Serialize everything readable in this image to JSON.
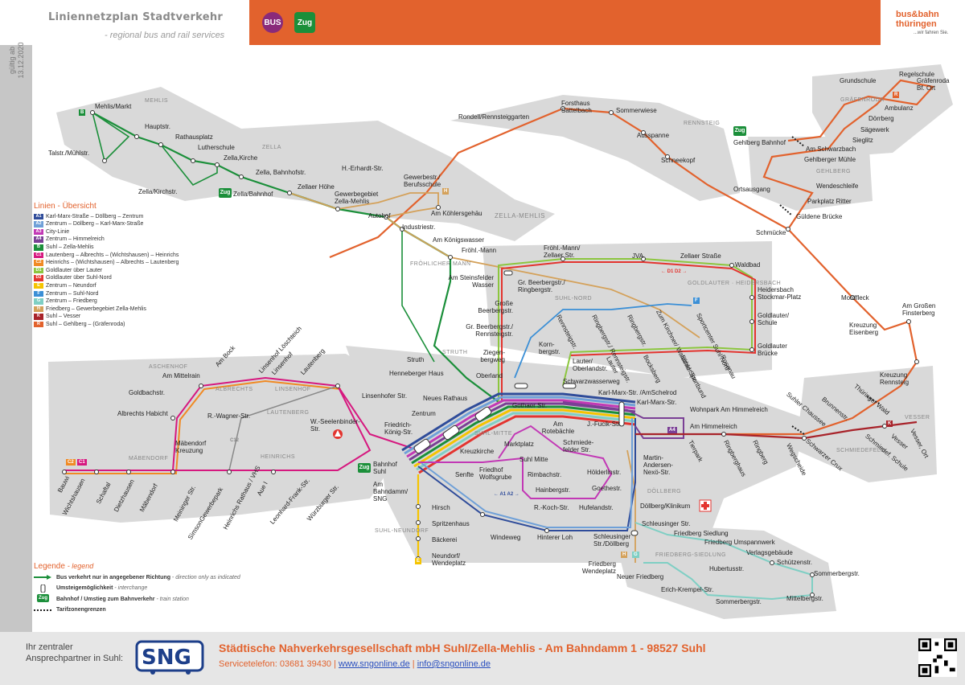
{
  "header": {
    "title": "Liniennetzplan Stadtverkehr",
    "subtitle": "- regional bus and rail services",
    "badges": [
      "BUS",
      "Zug"
    ],
    "brand_line1": "bus&bahn",
    "brand_line2": "thüringen",
    "brand_slogan": "...wir fahren Sie.",
    "validity_line1": "gültig ab",
    "validity_line2": "13.12.2020"
  },
  "legend_lines": {
    "title": "Linien - Übersicht",
    "items": [
      {
        "id": "A1",
        "color": "#2f4c9a",
        "text": "Karl-Marx-Straße – Döllberg – Zentrum"
      },
      {
        "id": "A2",
        "color": "#6fa0d8",
        "text": "Zentrum – Döllberg – Karl-Marx-Straße"
      },
      {
        "id": "A3",
        "color": "#c238b5",
        "text": "City-Linie"
      },
      {
        "id": "A4",
        "color": "#7a3f95",
        "text": "Zentrum – Himmelreich"
      },
      {
        "id": "B",
        "color": "#1b8f3a",
        "text": "Suhl – Zella-Mehlis"
      },
      {
        "id": "C1",
        "color": "#d6187f",
        "text": "Lautenberg – Albrechts – (Wichtshausen) – Heinrichs"
      },
      {
        "id": "C2",
        "color": "#f08a24",
        "text": "Heinrichs – (Wichtshausen) – Albrechts – Lautenberg"
      },
      {
        "id": "D1",
        "color": "#8cc63f",
        "text": "Goldlauter über Lauter"
      },
      {
        "id": "D2",
        "color": "#e3342f",
        "text": "Goldlauter über Suhl-Nord"
      },
      {
        "id": "E",
        "color": "#f5c400",
        "text": "Zentrum – Neundorf"
      },
      {
        "id": "F",
        "color": "#3b8fd6",
        "text": "Zentrum – Suhl-Nord"
      },
      {
        "id": "G",
        "color": "#7fcfc4",
        "text": "Zentrum – Friedberg"
      },
      {
        "id": "H",
        "color": "#d4a15a",
        "text": "Friedberg – Gewerbegebiet Zella-Mehlis"
      },
      {
        "id": "K",
        "color": "#a8232a",
        "text": "Suhl – Vesser"
      },
      {
        "id": "R",
        "color": "#e2622d",
        "text": "Suhl – Gehlberg – (Gräfenroda)"
      }
    ]
  },
  "legend_symbols": {
    "title": "Legende",
    "title_en": "- legend",
    "items": [
      {
        "text": "Bus verkehrt nur in angegebener Richtung",
        "en": "- direction only as indicated"
      },
      {
        "text": "Umsteigemöglichkeit",
        "en": "- interchange"
      },
      {
        "text": "Bahnhof / Umstieg zum Bahnverkehr",
        "en": "- train station"
      },
      {
        "text": "Tarifzonengrenzen",
        "en": ""
      }
    ]
  },
  "areas": [
    "MEHLIS",
    "ZELLA",
    "ZELLA-MEHLIS",
    "FRÖHLICHER MANN",
    "RENNSTEIG",
    "GRÄFENRODA",
    "GEHLBERG",
    "GOLDLAUTER · HEIDERSBACH",
    "SUHL-NORD",
    "STRUTH",
    "ASCHENHOF",
    "ALBRECHTS",
    "LINSENHOF",
    "LAUTENBERG",
    "HEINRICHS",
    "MÄBENDORF",
    "SUHL-MITTE",
    "SUHL-NEUNDORF",
    "DÖLLBERG",
    "FRIEDBERG-SIEDLUNG",
    "VESSER",
    "SCHMIEDEFELD"
  ],
  "stations": {
    "mehlis_markt": "Mehlis/Markt",
    "hauptstr": "Hauptstr.",
    "talstr": "Talstr./Mühlstr.",
    "rathausplatz": "Rathausplatz",
    "lutherschule": "Lutherschule",
    "zella_kirche": "Zella,Kirche",
    "zella_bhfstr": "Zella, Bahnhofstr.",
    "zella_kirchstr": "Zella/Kirchstr.",
    "zella_bahnhof": "Zella/Bahnhof",
    "erhardt": "H.-Erhardt-Str.",
    "zellaer_hoehe": "Zellaer Höhe",
    "gewerbegebiet_zm": "Gewerbegebiet Zella-Mehlis",
    "gewerbestr": "Gewerbestr./ Berufsschule",
    "autohof": "Autohof",
    "koehlersgehaeu": "Am Köhlersgehäu",
    "industriestr": "Industriestr.",
    "koenigswasser": "Am Königswasser",
    "froehl_mann": "Fröhl.-Mann",
    "rondell": "Rondell/Rennsteiggarten",
    "forsthaus": "Forsthaus Sattelbach",
    "sommerwiese": "Sommerwiese",
    "ausspanne": "Ausspanne",
    "schneekopf": "Schneekopf",
    "grundschule": "Grundschule",
    "regelschule": "Regelschule",
    "graefenroda_bf": "Gräfenroda Bf. Ort",
    "ambulanz": "Ambulanz",
    "doerrberg": "Dörrberg",
    "saegewerk": "Sägewerk",
    "sieglitz": "Sieglitz",
    "gehlberg_bahnhof": "Gehlberg Bahnhof",
    "schwarzbach": "Am Schwarzbach",
    "gehlberger_muehle": "Gehlberger Mühle",
    "wendeschleife": "Wendeschleife",
    "ortsausgang": "Ortsausgang",
    "parkplatz_ritter": "Parkplatz Ritter",
    "gueldene_bruecke": "Güldene Brücke",
    "schmuecke": "Schmücke",
    "mordfleck": "Mordfleck",
    "grossen_finsterberg": "Am Großen Finsterberg",
    "kreuzung_eisenberg": "Kreuzung Eisenberg",
    "kreuzung_rennsteig": "Kreuzung Rennsteig",
    "thueringer_wald": "Thüringer Wald",
    "froehl_zellaer": "Fröhl.-Mann/ Zellaer Str.",
    "jva": "JVA",
    "zellaer_strasse": "Zellaer Straße",
    "waldbad": "Waldbad",
    "heidersbach": "Heidersbach Stockmar-Platz",
    "goldlauter_schule": "Goldlauter/ Schule",
    "goldlauter_bruecke": "Goldlauter Brücke",
    "steinsfelder": "Am Steinsfelder Wasser",
    "gr_beerberg_ringberg": "Gr. Beerbergstr./ Ringbergstr.",
    "grosse_beerberg": "Große Beerbergstr.",
    "gr_beerberg_rennsteig": "Gr. Beerbergstr./ Rennsteigstr.",
    "rennsteigstr": "Rennsteigstr.",
    "ringbergstr_rennsteig": "Ringbergstr./ Rennsteigstr.",
    "ringbergstr": "Ringbergstr.",
    "zum_kirchner": "Zum Kirchner/ Waldbad Sportbund",
    "sportcenter": "Sportcenter Suhl Nord",
    "kornbergstr": "Korn- bergstr.",
    "ziegenbergweg": "Ziegen- bergweg",
    "lauter_oberlandstr": "Lauter/ Oberlandstr.",
    "lauter": "Lauter",
    "bocksberg": "Bocksberg",
    "suhler_str": "Suhler Str.",
    "rosenau": "Rosenau",
    "struth": "Struth",
    "henneberger_haus": "Henneberger Haus",
    "oberland": "Oberland",
    "schwarzwasserweg": "Schwarzwasserweg",
    "karl_marx_amschelrod": "Karl-Marx-Str. /AmSchelrod",
    "karl_marx": "Karl-Marx-Str.",
    "wohnpark": "Wohnpark Am Himmelreich",
    "am_himmelreich": "Am Himmelreich",
    "fucik": "J.-Fucik-Str.",
    "neues_rathaus": "Neues Rathaus",
    "gothaer": "Gothaer Str.",
    "rotebaechle": "Am Rotebächle",
    "zentrum": "Zentrum",
    "friedrich_koenig": "Friedrich- König-Str.",
    "marktplatz": "Marktplatz",
    "schiedefelder": "Schmiede- felder Str.",
    "kreuzkirche": "Kreuzkirche",
    "suhl_mitte": "Suhl Mitte",
    "senfte": "Senfte",
    "friedhof_wolfsgrube": "Friedhof Wolfsgrube",
    "rimbachstr": "Rimbachstr.",
    "hainbergstr": "Hainbergstr.",
    "koch_str": "R.-Koch-Str.",
    "hufelandstr": "Hufelandstr.",
    "hoelderlinstr": "Hölderlinstr.",
    "goethestr": "Goethestr.",
    "martin_andersen": "Martin- Andersen- Nexö-Str.",
    "doellberg_klinikum": "Döllberg/Klinikum",
    "tierpark": "Tierpark",
    "ringberghaus": "Ringberghaus",
    "ringberg": "Ringberg",
    "wegscheide": "Wegscheide",
    "schwarzer_crux": "Schwarzer Crux",
    "suhler_chaussee": "Suhler Chaussee",
    "brunnenstr": "Brunnenstr.",
    "schmiedef_schule": "Schmiedef. Schule",
    "vesser": "Vesser",
    "vesser_ort": "Vesser, Ort",
    "mittelrain": "Am Mittelrain",
    "am_bock": "Am Bock",
    "linsenhof_loeschteich": "Linsenhof Löschteich",
    "linsenhof": "Linsenhof",
    "lautenberg": "Lautenberg",
    "goldbachstr": "Goldbachstr.",
    "linsenhofer_str": "Linsenhofer Str.",
    "albrechts_habicht": "Albrechts Habicht",
    "wagner_str": "R.-Wagner-Str.",
    "seelenbinder": "W.-Seelenbinder- Str.",
    "maebendorf_kreuzung": "Mäbendorf Kreuzung",
    "bauwi": "Bauwi",
    "wichtshausen": "Wichtshausen",
    "schaftal": "Schaftal",
    "dietzhausen": "Dietzhausen",
    "maebendorf": "Mäbendorf",
    "meininger": "Meininger Str.",
    "simson": "SimsonGewerbepark",
    "heinrichs_rathaus": "Heinrichs Rathaus / VHS",
    "aue1": "Aue I",
    "leonhard_frank": "Leonhard-Frank-Str.",
    "wuerzburger": "Würzburger Str.",
    "bahnhof_suhl": "Bahnhof Suhl",
    "am_bahndamm": "Am Bahndamm/ SNG",
    "hirsch": "Hirsch",
    "spritzenhaus": "Spritzenhaus",
    "baeckerei": "Bäckerei",
    "neundorf": "Neundorf/ Wendeplatz",
    "windeweg": "Windeweg",
    "hinterer_loh": "Hinterer Loh",
    "schleusinger_doellberg": "Schleusinger Str./Döllberg",
    "schleusinger_str": "Schleusinger Str.",
    "friedberg_siedlung": "Friedberg Siedlung",
    "friedberg_umspannwerk": "Friedberg Umspannwerk",
    "verlagsgebaeude": "Verlagsgebäude",
    "schuetzenstr": "Schützenstr.",
    "friedberg_wendeplatz": "Friedberg Wendeplatz",
    "neuer_friedberg": "Neuer Friedberg",
    "hubertusstr": "Hubertusstr.",
    "sommerbergstr1": "Sommerbergstr.",
    "erich_krempel": "Erich-Krempel-Str.",
    "mittelbergstr": "Mittelbergstr.",
    "sommerbergstr2": "Sommerbergstr."
  },
  "line_labels": [
    "A1",
    "A2",
    "A3",
    "A4",
    "B",
    "C1",
    "C2",
    "C12",
    "D1",
    "D2",
    "E",
    "F",
    "G",
    "H",
    "K",
    "R"
  ],
  "footer": {
    "contact_line1": "Ihr zentraler",
    "contact_line2": "Ansprechpartner in Suhl:",
    "logo_text": "SNG",
    "company": "Städtische Nahverkehrsgesellschaft mbH Suhl/Zella-Mehlis - Am Bahndamm 1 - 98527 Suhl",
    "service_label": "Servicetelefon: 03681 39430 |",
    "web": "www.sngonline.de",
    "sep": " | ",
    "email": "info@sngonline.de"
  }
}
